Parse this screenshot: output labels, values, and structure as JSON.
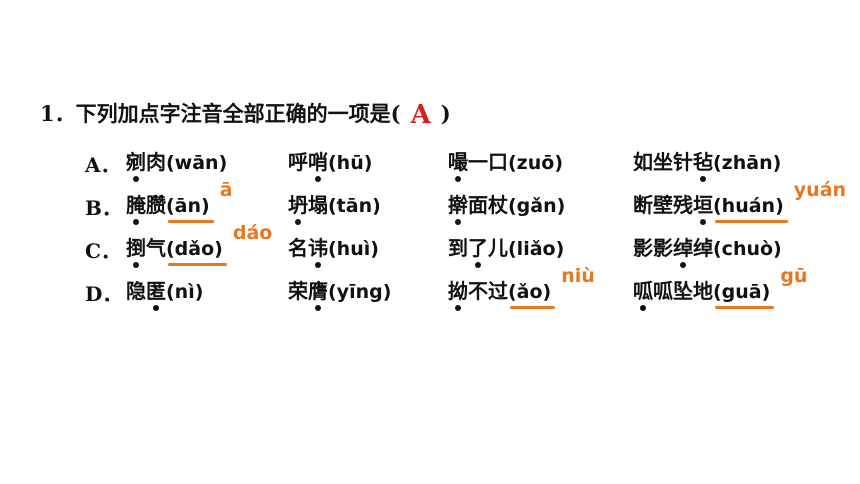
{
  "question": {
    "number": "1．",
    "text": "下列加点字注音全部正确的一项是(",
    "answer": "A",
    "close": ")"
  },
  "options": [
    {
      "letter": "A．",
      "items": [
        {
          "pre": "",
          "dot": "剜",
          "post": "肉",
          "pinyin": "(wān)"
        },
        {
          "pre": "呼",
          "dot": "哨",
          "post": "",
          "pinyin": "(hū)"
        },
        {
          "pre": "",
          "dot": "嘬",
          "post": "一口",
          "pinyin": "(zuō)"
        },
        {
          "pre": "如坐针",
          "dot": "毡",
          "post": "",
          "pinyin": "(zhān)"
        }
      ]
    },
    {
      "letter": "B．",
      "items": [
        {
          "pre": "",
          "dot": "腌",
          "post": "臜",
          "pinyin": "(ān)",
          "correction": "ā"
        },
        {
          "pre": "",
          "dot": "坍",
          "post": "塌",
          "pinyin": "(tān)"
        },
        {
          "pre": "",
          "dot": "擀",
          "post": "面杖",
          "pinyin": "(gǎn)"
        },
        {
          "pre": "断壁残",
          "dot": "垣",
          "post": "",
          "pinyin": "(huán)",
          "correction": "yuán"
        }
      ]
    },
    {
      "letter": "C．",
      "items": [
        {
          "pre": "",
          "dot": "捯",
          "post": "气",
          "pinyin": "(dǎo)",
          "correction": "dáo"
        },
        {
          "pre": "名",
          "dot": "讳",
          "post": "",
          "pinyin": "(huì)"
        },
        {
          "pre": "到",
          "dot": "了",
          "post": "儿",
          "pinyin": "(liǎo)"
        },
        {
          "pre": "影影",
          "dot": "绰",
          "post": "绰",
          "pinyin": "(chuò)"
        }
      ]
    },
    {
      "letter": "D．",
      "items": [
        {
          "pre": "隐",
          "dot": "匿",
          "post": "",
          "pinyin": "(nì)"
        },
        {
          "pre": "荣",
          "dot": "膺",
          "post": "",
          "pinyin": "(yīng)"
        },
        {
          "pre": "",
          "dot": "拗",
          "post": "不过",
          "pinyin": "(ǎo)",
          "correction": "niù"
        },
        {
          "pre": "",
          "dot": "呱",
          "post": "呱坠地",
          "pinyin": "(guā)",
          "correction": "gū"
        }
      ]
    }
  ],
  "colors": {
    "answer": "#d42020",
    "correction": "#e87722"
  }
}
